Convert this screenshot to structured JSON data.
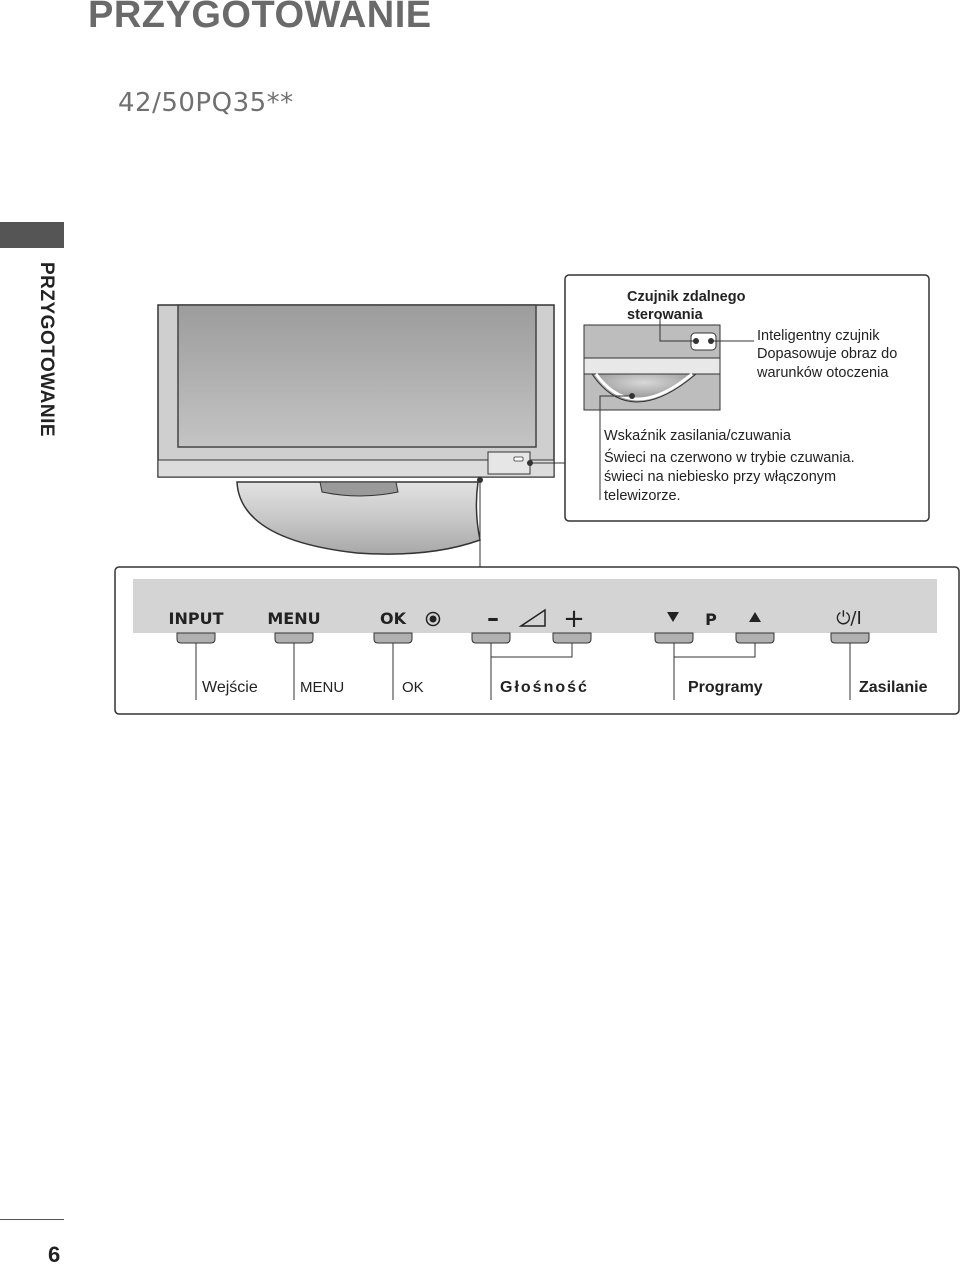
{
  "header": {
    "title": "PRZYGOTOWANIE",
    "model": "42/50PQ35**"
  },
  "sidebar": {
    "label": "PRZYGOTOWANIE"
  },
  "callouts": {
    "remote_sensor": [
      "Czujnik zdalnego",
      "sterowania"
    ],
    "smart_sensor": [
      "Inteligentny czujnik",
      "Dopasowuje obraz do",
      "warunków otoczenia"
    ],
    "power_indicator": [
      "Wskaźnik zasilania/czuwania",
      "Świeci na czerwono w trybie czuwania.",
      "świeci na niebiesko przy włączonym",
      "telewizorze."
    ]
  },
  "panel": {
    "buttons": {
      "input": "INPUT",
      "menu": "MENU",
      "ok": "OK",
      "vol_minus": "–",
      "vol_plus": "+",
      "p": "P",
      "power": "⏻/I"
    },
    "descriptions": {
      "input": "Wejście",
      "menu": "MENU",
      "ok": "OK",
      "volume": "Głośność",
      "programs": "Programy",
      "power": "Zasilanie"
    }
  },
  "footer": {
    "page_number": "6"
  }
}
